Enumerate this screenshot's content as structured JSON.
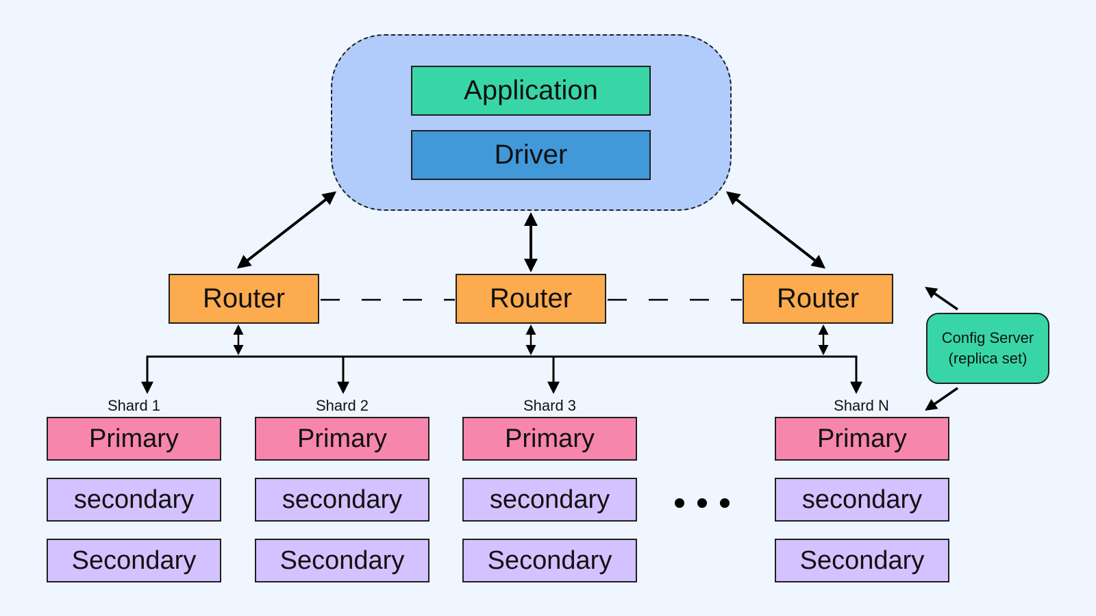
{
  "colors": {
    "background": "#eff6ff",
    "app_group": "#b1ccfb",
    "application": "#38d6a6",
    "driver": "#4199da",
    "router": "#fdab4f",
    "primary": "#f786ac",
    "secondary": "#d3c2ff",
    "config_server": "#38d6a6"
  },
  "application": {
    "label": "Application"
  },
  "driver": {
    "label": "Driver"
  },
  "routers": [
    {
      "label": "Router"
    },
    {
      "label": "Router"
    },
    {
      "label": "Router"
    }
  ],
  "shards": [
    {
      "name": "Shard 1",
      "primary": "Primary",
      "secondary_1": "secondary",
      "secondary_2": "Secondary"
    },
    {
      "name": "Shard 2",
      "primary": "Primary",
      "secondary_1": "secondary",
      "secondary_2": "Secondary"
    },
    {
      "name": "Shard 3",
      "primary": "Primary",
      "secondary_1": "secondary",
      "secondary_2": "Secondary"
    },
    {
      "name": "Shard N",
      "primary": "Primary",
      "secondary_1": "secondary",
      "secondary_2": "Secondary"
    }
  ],
  "config_server": {
    "line1": "Config Server",
    "line2": "(replica set)"
  }
}
